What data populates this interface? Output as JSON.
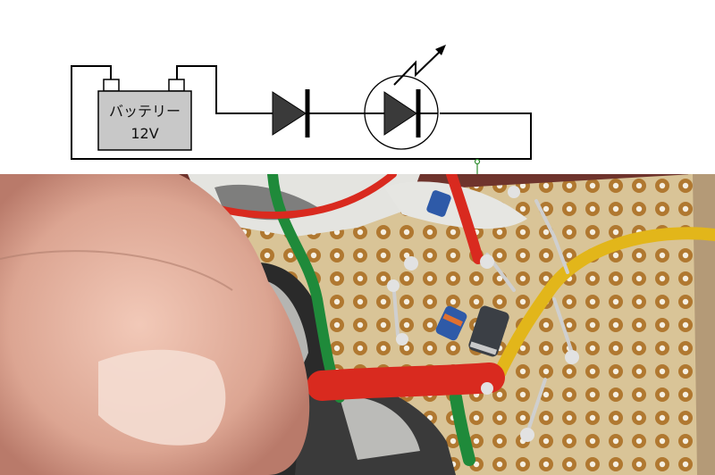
{
  "diagram": {
    "battery": {
      "line1": "バッテリー",
      "line2": "12V"
    },
    "colors": {
      "wire": "#000000",
      "battery_fill": "#c8c8c8",
      "terminal_fill": "#ffffff",
      "diode_fill": "#3a3a3a",
      "probe": "#2e8b2e"
    },
    "components": [
      "battery",
      "diode",
      "led"
    ]
  },
  "photo": {
    "colors": {
      "board": "#d9c497",
      "pad": "#b07830",
      "wire_red": "#d92a1f",
      "wire_green": "#1f8a3a",
      "wire_yellow": "#e2b61a",
      "finger": "#e8b9a6",
      "background": "#7a3a30"
    }
  }
}
